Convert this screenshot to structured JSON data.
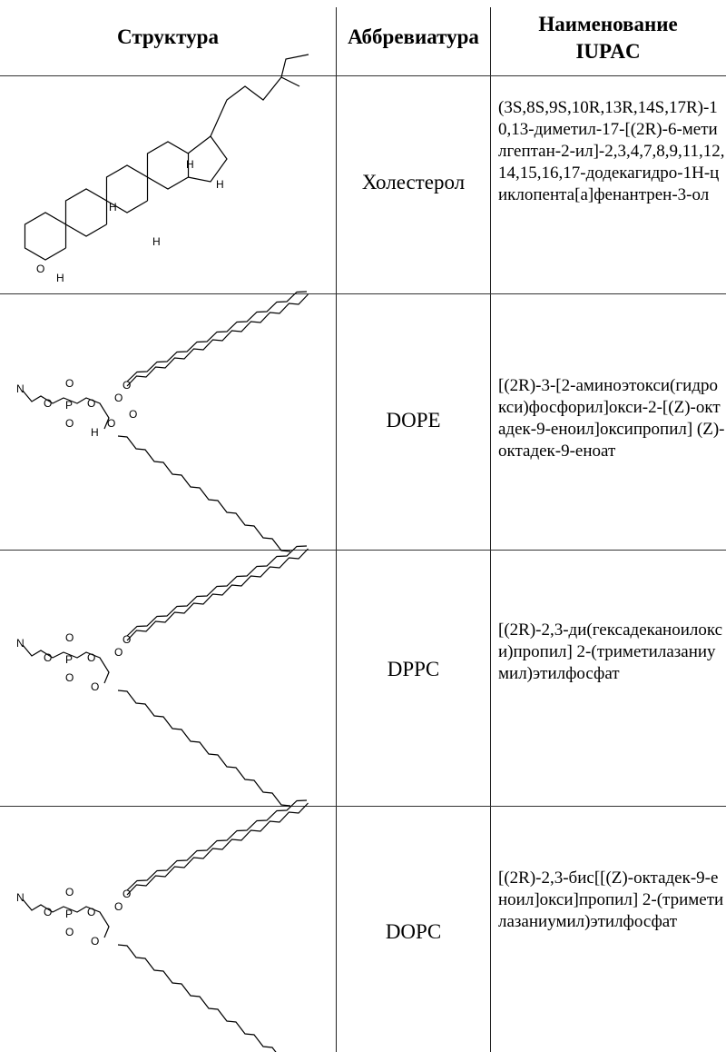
{
  "headers": {
    "structure": "Структура",
    "abbreviation": "Аббревиатура",
    "iupac": "Наименование IUPAC"
  },
  "rows": [
    {
      "abbreviation": "Холестерол",
      "iupac": "(3S,8S,9S,10R,13R,14S,17R)-10,13-диметил-17-[(2R)-6-метилгептан-2-ил]-2,3,4,7,8,9,11,12,14,15,16,17-додекагидро-1H-циклопента[a]фенантрен-3-ол",
      "atoms": [
        "O",
        "H",
        "H",
        "H",
        "H",
        "H"
      ]
    },
    {
      "abbreviation": "DOPE",
      "iupac": "[(2R)-3-[2-аминоэтокси(гидрокси)фосфорил]окси-2-[(Z)-октадек-9-еноил]оксипропил] (Z)-октадек-9-еноат",
      "atoms": [
        "N",
        "O",
        "P",
        "O",
        "O",
        "O",
        "O",
        "O",
        "H",
        "O",
        "O"
      ]
    },
    {
      "abbreviation": "DPPC",
      "iupac": "[(2R)-2,3-ди(гексадеканоилокси)пропил] 2-(триметилазаниумил)этилфосфат",
      "atoms": [
        "N",
        "O",
        "P",
        "O",
        "O",
        "O",
        "O",
        "O",
        "O"
      ]
    },
    {
      "abbreviation": "DOPC",
      "iupac": "[(2R)-2,3-бис[[(Z)-октадек-9-еноил]окси]пропил] 2-(триметилазаниумил)этилфосфат",
      "atoms": [
        "N",
        "O",
        "P",
        "O",
        "O",
        "O",
        "O",
        "O",
        "O"
      ]
    }
  ]
}
